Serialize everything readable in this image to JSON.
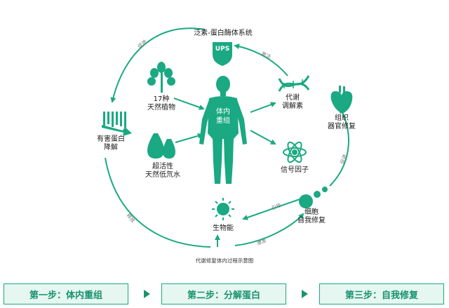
{
  "nodes": {
    "ups_title": "泛素-蛋白酶体系统",
    "ups_badge": "UPS",
    "body": "体内\n重组",
    "plants": "17种\n天然植物",
    "water": "超活性\n天然低氘水",
    "harmful": "有害蛋白\n降解",
    "metabolic": "代谢\n调解素",
    "signal": "信号因子",
    "tissue": "组织\n器官修复",
    "cell": "细胞\n自我修复",
    "bioenergy": "生物能"
  },
  "arrow_labels": {
    "top_left": "促进",
    "ups_in": "激活",
    "bottom_left": "释放",
    "right": "促进",
    "guide": "引导",
    "bottom_right": "激发"
  },
  "caption": "代谢修复体内过程示意图",
  "steps": [
    "第一步：体内重组",
    "第二步：分解蛋白",
    "第三步：自我修复"
  ],
  "colors": {
    "green": "#1aa982",
    "dark_green": "#17936f",
    "step_bg": "#e6f6f0"
  }
}
